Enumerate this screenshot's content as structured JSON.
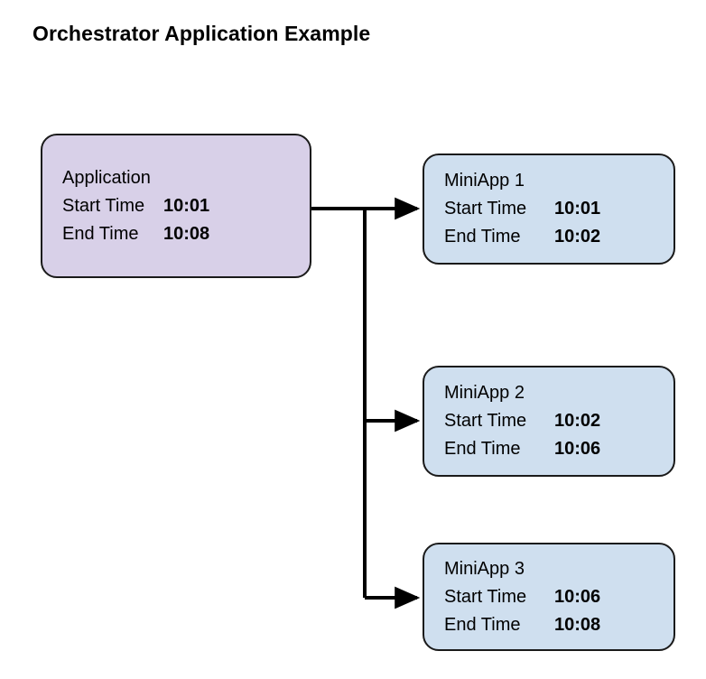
{
  "diagram": {
    "title": "Orchestrator Application Example",
    "type": "flowchart",
    "colors": {
      "orchestrator_fill": "#d8d0e8",
      "miniapp_fill": "#cfdfef",
      "stroke": "#1a1a1a",
      "background": "#ffffff",
      "text": "#000000"
    },
    "nodes": [
      {
        "id": "application",
        "title": "Application",
        "start_label": "Start Time",
        "start_value": "10:01",
        "end_label": "End Time",
        "end_value": "10:08"
      },
      {
        "id": "miniapp-1",
        "title": "MiniApp 1",
        "start_label": "Start Time",
        "start_value": "10:01",
        "end_label": "End Time",
        "end_value": "10:02"
      },
      {
        "id": "miniapp-2",
        "title": "MiniApp 2",
        "start_label": "Start Time",
        "start_value": "10:02",
        "end_label": "End Time",
        "end_value": "10:06"
      },
      {
        "id": "miniapp-3",
        "title": "MiniApp 3",
        "start_label": "Start Time",
        "start_value": "10:06",
        "end_label": "End Time",
        "end_value": "10:08"
      }
    ],
    "edges": [
      {
        "id": "edge-application-miniapp-1",
        "from": "application",
        "to": "miniapp-1"
      },
      {
        "id": "edge-application-miniapp-2",
        "from": "application",
        "to": "miniapp-2"
      },
      {
        "id": "edge-application-miniapp-3",
        "from": "application",
        "to": "miniapp-3"
      }
    ]
  }
}
